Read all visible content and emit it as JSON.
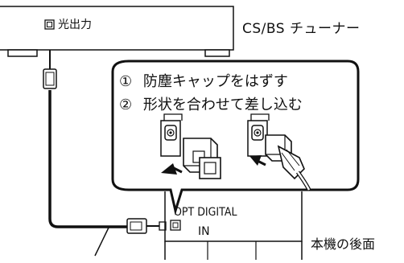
{
  "tuner": {
    "label": "CS/BS チューナー",
    "port_label": "光出力"
  },
  "steps": [
    {
      "number": "①",
      "text": "防塵キャップをはずす"
    },
    {
      "number": "②",
      "text": "形状を合わせて差し込む"
    }
  ],
  "receiver": {
    "port_label_line1": "OPT DIGITAL",
    "port_label_line2": "IN",
    "caption": "本機の後面"
  },
  "colors": {
    "line": "#111111",
    "background": "#ffffff"
  },
  "icons": [
    "optical-port-icon",
    "dust-cap-icon",
    "optical-plug-icon",
    "arrow-icon"
  ]
}
